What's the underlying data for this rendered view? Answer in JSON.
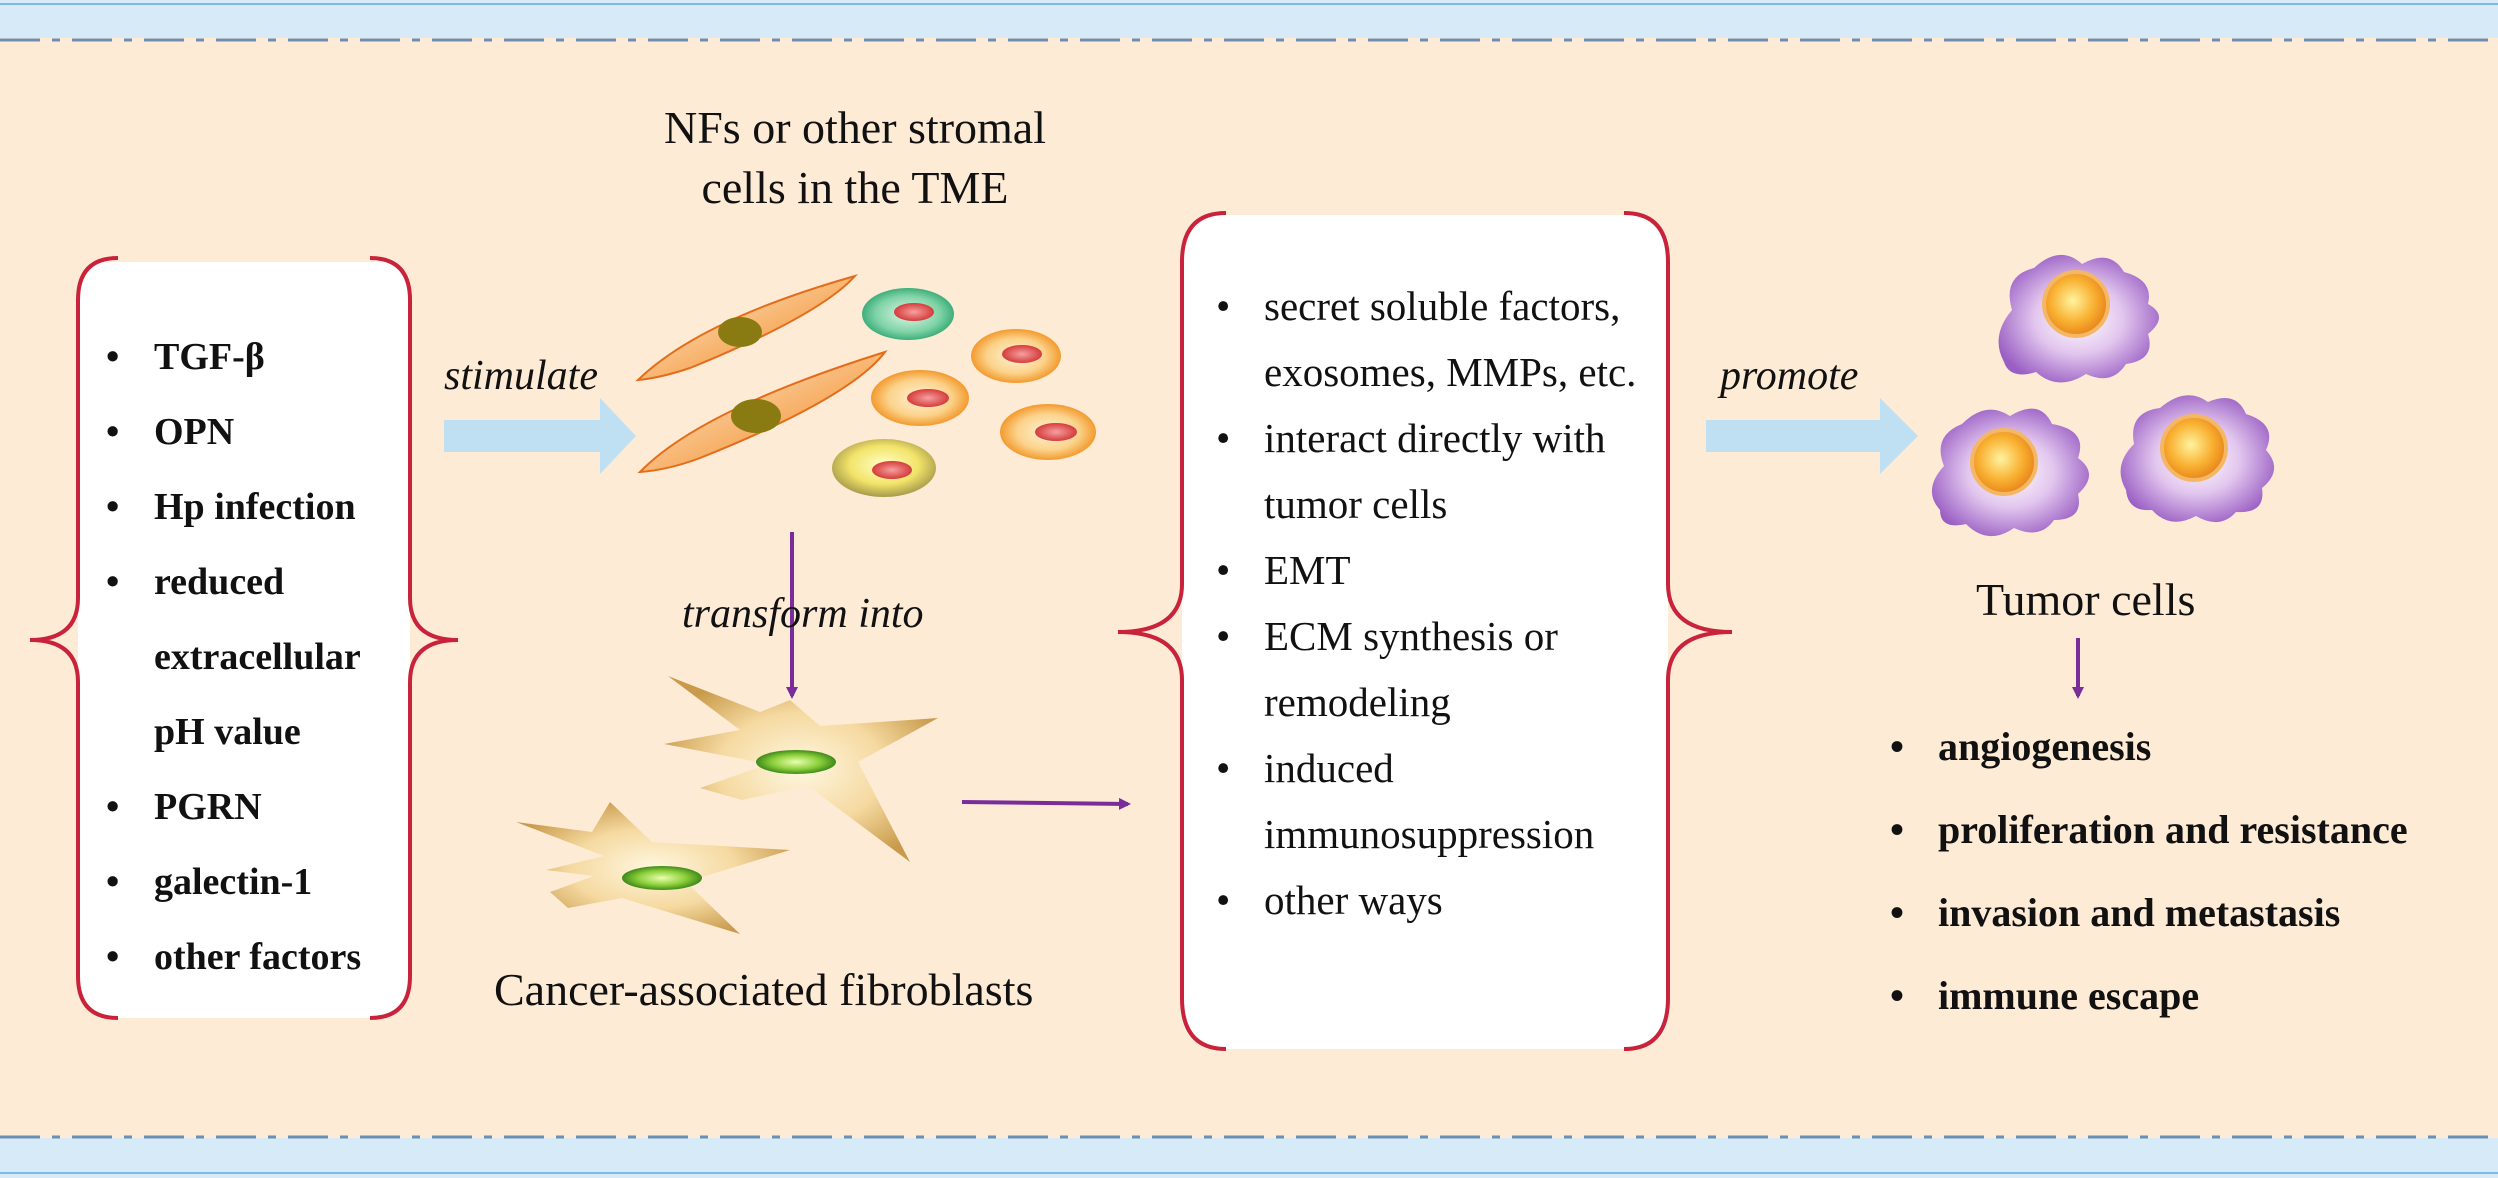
{
  "labels": {
    "stromal_title_line1": "NFs or other stromal",
    "stromal_title_line2": "cells in the TME",
    "stimulate": "stimulate",
    "transform_into": "transform into",
    "caf_label": "Cancer-associated fibroblasts",
    "promote": "promote",
    "tumor_label": "Tumor cells"
  },
  "factors": [
    "TGF-β",
    "OPN",
    "Hp infection",
    "reduced extracellular pH value",
    "PGRN",
    "galectin-1",
    "other factors"
  ],
  "ways": [
    "secret soluble factors, exosomes, MMPs, etc.",
    "interact directly with tumor cells",
    "EMT",
    "ECM synthesis or remodeling",
    "induced immunosuppression",
    "other ways"
  ],
  "outcomes": [
    "angiogenesis",
    "proliferation and resistance",
    "invasion and metastasis",
    "immune escape"
  ],
  "colors": {
    "background": "#fdebd6",
    "band": "#d6ebf7",
    "brace": "#c8233a",
    "big_arrow": "#bfe0f2",
    "purple_arrow": "#7a2d9a"
  }
}
